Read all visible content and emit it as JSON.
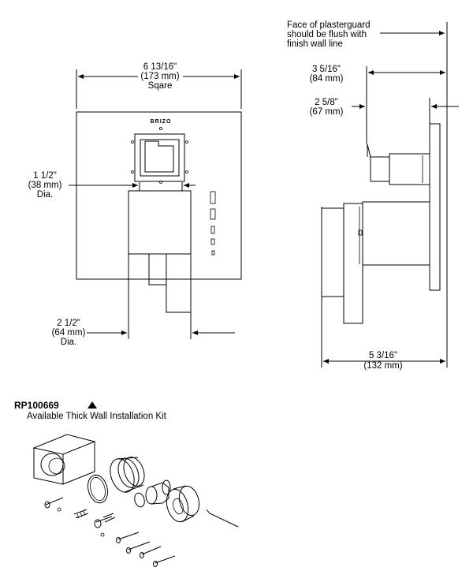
{
  "front_view": {
    "width_dim": [
      "6 13/16\"",
      "(173 mm)",
      "Sqare"
    ],
    "handle_dim": [
      "1 1/2\"",
      "(38 mm)",
      "Dia."
    ],
    "escutcheon_dim": [
      "2 1/2\"",
      "(64 mm)",
      "Dia."
    ],
    "brand": "BRIZO"
  },
  "side_view": {
    "plaster_note": [
      "Face of plasterguard",
      "should be flush with",
      "finish wall line"
    ],
    "dim_a": [
      "3 5/16\"",
      "(84 mm)"
    ],
    "dim_b": [
      "2 5/8\"",
      "(67 mm)"
    ],
    "dim_c": [
      "5 3/16\"",
      "(132 mm)"
    ]
  },
  "kit": {
    "part_number": "RP100669",
    "description": "Available Thick Wall Installation Kit"
  }
}
